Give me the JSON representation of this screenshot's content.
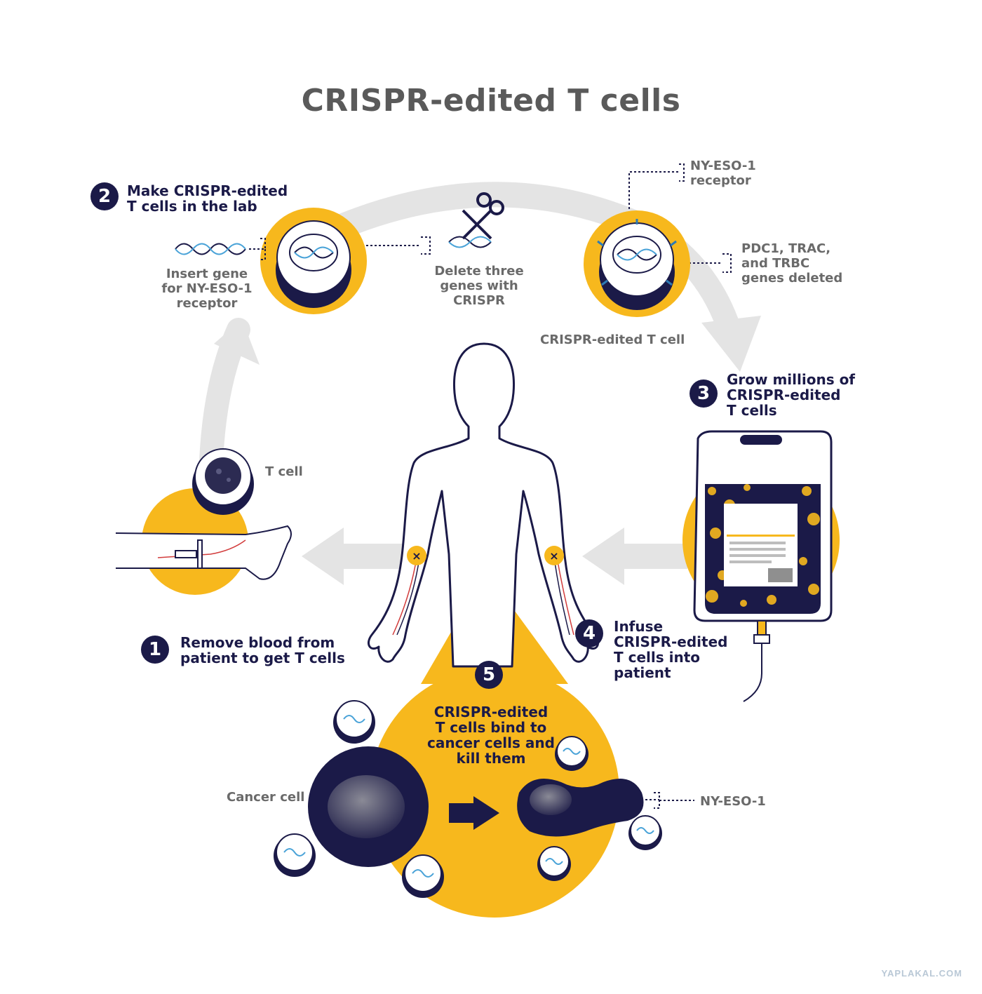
{
  "title": "CRISPR-edited T cells",
  "colors": {
    "accent": "#f7b81d",
    "navy": "#1b1a48",
    "arrow_gray": "#e2e2e2",
    "label_gray": "#6a6a6a"
  },
  "steps": [
    {
      "number": "1",
      "title": "Remove blood from\npatient to get T cells"
    },
    {
      "number": "2",
      "title": "Make CRISPR-edited\nT cells in the lab"
    },
    {
      "number": "3",
      "title": "Grow millions of\nCRISPR-edited\nT cells"
    },
    {
      "number": "4",
      "title": "Infuse\nCRISPR-edited\nT cells into\npatient"
    },
    {
      "number": "5",
      "title": "CRISPR-edited\nT cells bind to\ncancer cells and\nkill them"
    }
  ],
  "labels": {
    "t_cell": "T cell",
    "insert_gene": "Insert gene\nfor NY-ESO-1\nreceptor",
    "delete_genes": "Delete three\ngenes with\nCRISPR",
    "receptor": "NY-ESO-1\nreceptor",
    "genes_deleted": "PDC1, TRAC,\nand TRBC\ngenes deleted",
    "edited_cell": "CRISPR-edited T cell",
    "cancer_cell": "Cancer cell",
    "antigen": "NY-ESO-1"
  },
  "watermark": "YAPLAKAL.COM"
}
